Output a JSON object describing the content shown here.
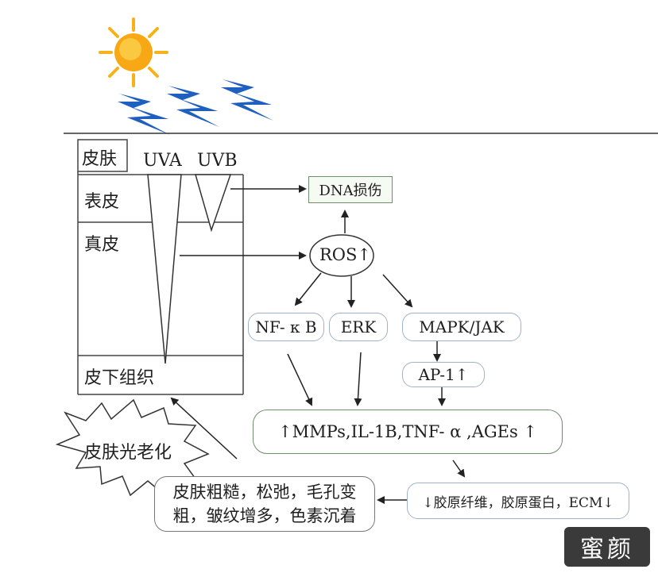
{
  "skin_layers": {
    "title": "皮肤",
    "epidermis": "表皮",
    "dermis": "真皮",
    "subcutis": "皮下组织"
  },
  "radiation": {
    "uva": "UVA",
    "uvb": "UVB"
  },
  "nodes": {
    "dna": "DNA损伤",
    "ros": "ROS↑",
    "nfkb": "NF- κ B",
    "erk": "ERK",
    "mapk": "MAPK/JAK",
    "ap1": "AP-1↑",
    "mmps": "↑MMPs,IL-1B,TNF- α ,AGEs  ↑",
    "collagen": "↓胶原纤维，胶原蛋白，ECM↓",
    "symptoms_line1": "皮肤粗糙，松弛，毛孔变",
    "symptoms_line2": "粗，皱纹增多，色素沉着",
    "photoaging": "皮肤光老化"
  },
  "watermark": "蜜颜",
  "icons": [
    "sun-icon",
    "uv-ray-icon"
  ],
  "colors": {
    "sun": "#f6b21a",
    "rays": "#1f5fbf",
    "pill_border": "#9fb3c8",
    "green_border": "#6f8f6a",
    "line": "#222222"
  }
}
